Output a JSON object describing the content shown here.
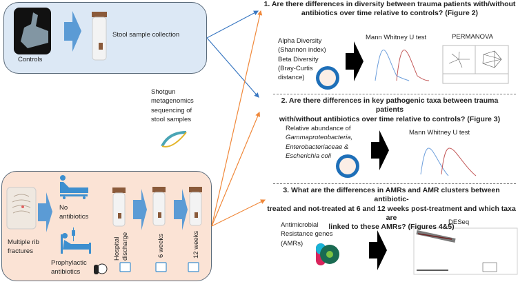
{
  "controls_panel": {
    "label": "Controls",
    "step": "Stool sample collection"
  },
  "sequencing_label": [
    "Shotgun",
    "metagenomics",
    "sequencing of",
    "stool samples"
  ],
  "patients_panel": {
    "condition": [
      "Multiple rib",
      "fractures"
    ],
    "group_no_abx": [
      "No",
      "antibiotics"
    ],
    "group_abx": [
      "Prophylactic",
      "antibiotics"
    ],
    "timepoints": [
      [
        "Hospital",
        "discharge"
      ],
      [
        "6 weeks"
      ],
      [
        "12 weeks"
      ]
    ]
  },
  "questions": [
    {
      "title": [
        "1. Are there differences in diversity between trauma patients with/without",
        "antibiotics over time relative to controls? (Figure 2)"
      ],
      "inputs": [
        "Alpha Diversity",
        "(Shannon index)",
        "Beta Diversity",
        "(Bray-Curtis",
        "distance)"
      ],
      "methods": [
        "Mann Whitney U test",
        "PERMANOVA"
      ]
    },
    {
      "title": [
        "2. Are there differences in key pathogenic taxa between trauma patients",
        "with/without antibiotics over time relative to controls? (Figure 3)"
      ],
      "inputs": [
        "Relative abundance of",
        "Gammaproteobacteria,",
        "Enterobacteriaceae &",
        "Escherichia coli"
      ],
      "methods": [
        "Mann Whitney U test"
      ]
    },
    {
      "title": [
        "3. What are the differences in AMRs and AMR clusters between antibiotic-",
        "treated and not-treated at 6 and 12 weeks post-treatment and which taxa are",
        "linked to these AMRs? (Figures 4&5)"
      ],
      "inputs": [
        "Antimicrobial",
        "Resistance genes",
        "(AMRs)"
      ],
      "methods": [
        "DESeq"
      ]
    }
  ],
  "colors": {
    "control_fill": "#dce8f5",
    "patient_fill": "#fbe3d5",
    "blue_arrow": "#3a78c2",
    "orange_arrow": "#f0883a",
    "block_arrow": "#5b9bd5"
  }
}
